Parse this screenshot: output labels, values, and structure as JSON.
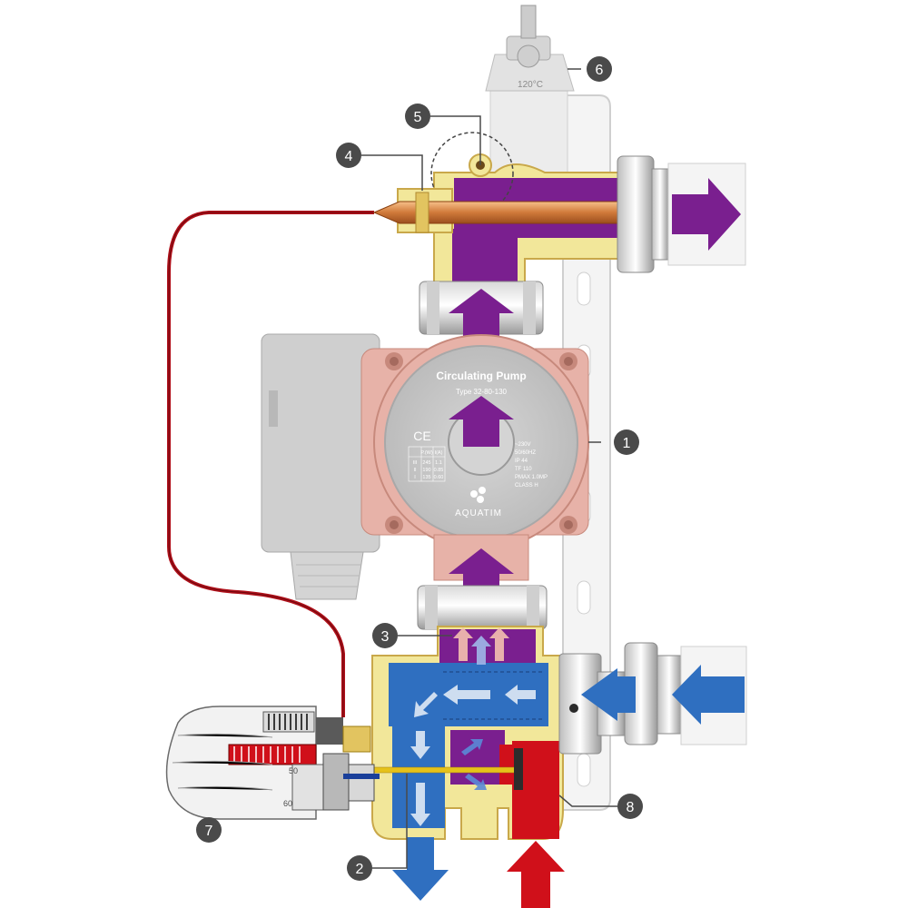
{
  "colors": {
    "brass": "#f2e79a",
    "brass_edge": "#c9a84a",
    "purple": "#7a1f8f",
    "blue": "#2f6fc0",
    "red": "#d0101a",
    "pump_body": "#e7b2a8",
    "pump_face": "#c9c9c9",
    "bracket": "#f2f2f2",
    "callout": "#4a4a4a",
    "capillary": "#b0101a"
  },
  "callouts": [
    "1",
    "2",
    "3",
    "4",
    "5",
    "6",
    "7",
    "8"
  ],
  "pump": {
    "title": "Circulating Pump",
    "type": "Type 32-80-130",
    "ce_mark": "CE",
    "brand": "AQUATIM",
    "spec_table": {
      "headers": [
        "",
        "P.(W)",
        "I(A)"
      ],
      "rows": [
        [
          "III",
          "245",
          "1.1"
        ],
        [
          "II",
          "190",
          "0.85"
        ],
        [
          "I",
          "135",
          "0.60"
        ]
      ]
    },
    "specs": [
      "~230V",
      "50/60HZ",
      "IP 44",
      "TF 110",
      "PMAX 1.0MP",
      "CLASS H"
    ]
  },
  "vent": {
    "temp_label": "120°C"
  },
  "thermostat_head": {
    "scale": [
      "50",
      "60"
    ]
  }
}
